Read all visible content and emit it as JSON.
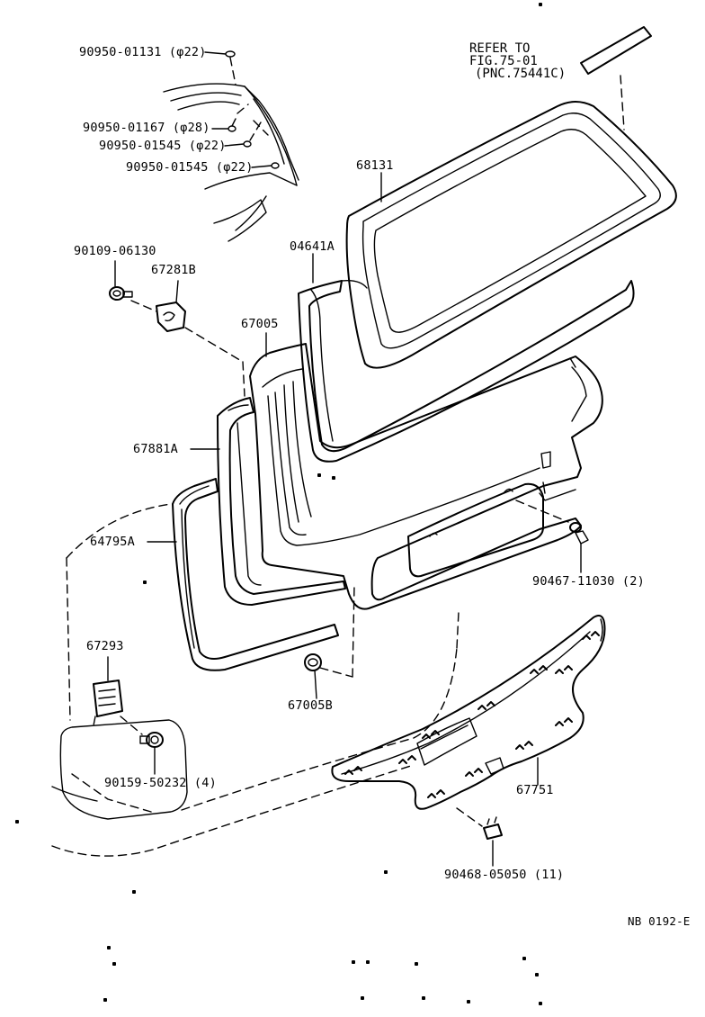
{
  "diagram": {
    "reference_note": [
      "REFER TO",
      "FIG.75-01",
      "(PNC.75441C)"
    ],
    "figure_code": "NB 0192-E",
    "parts": {
      "p1": "90950-01131 (φ22)",
      "p2": "90950-01167 (φ28)",
      "p3": "90950-01545 (φ22)",
      "p4": "90950-01545 (φ22)",
      "p5": "90109-06130",
      "p6": "67281B",
      "p7": "68131",
      "p8": "04641A",
      "p9": "67005",
      "p10": "67881A",
      "p11": "64795A",
      "p12": "90467-11030 (2)",
      "p13": "67293",
      "p14": "67005B",
      "p15": "90159-50232 (4)",
      "p16": "67751",
      "p17": "90468-05050 (11)"
    }
  }
}
